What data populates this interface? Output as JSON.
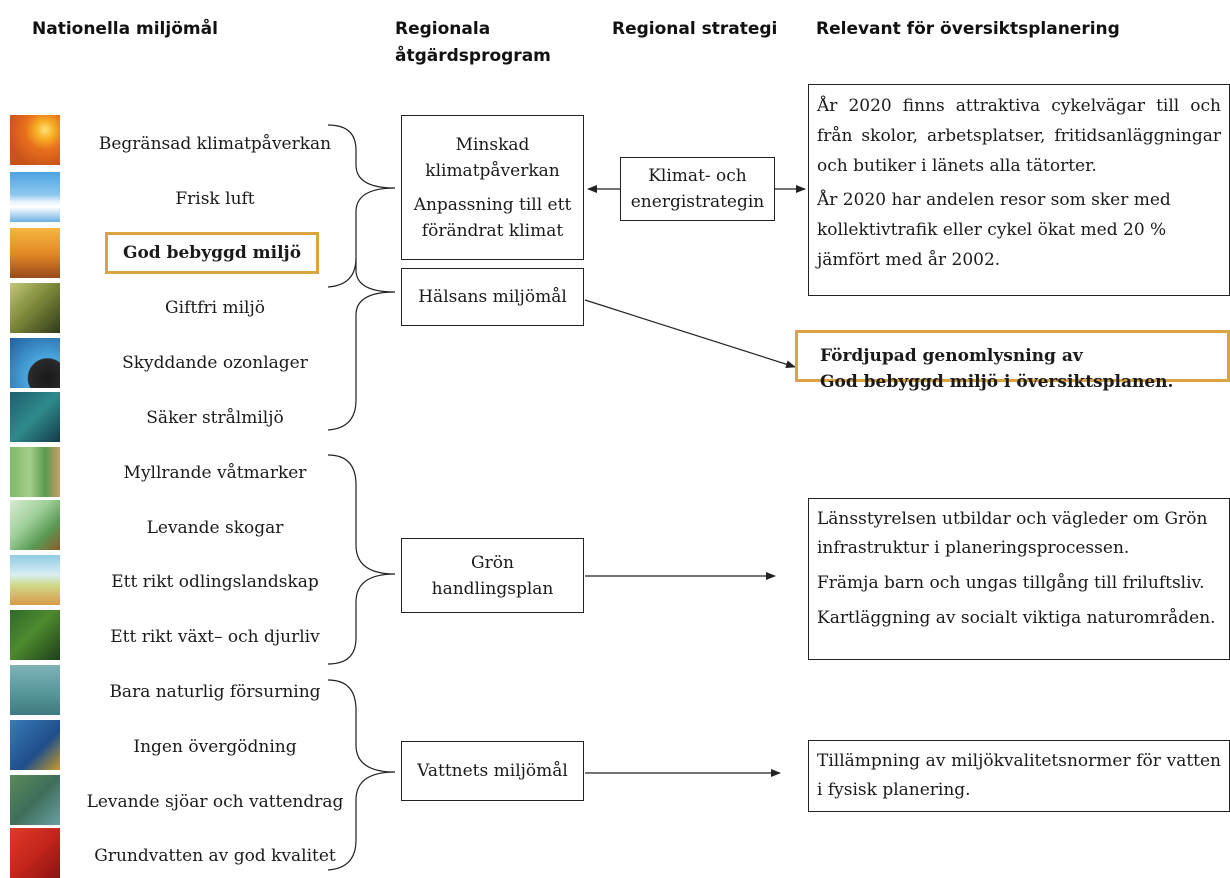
{
  "headers": {
    "national": "Nationella miljömål",
    "regional_programs": "Regionala åtgärdsprogram",
    "regional_strategy": "Regional strategi",
    "relevant": "Relevant för översiktsplanering"
  },
  "goals": [
    {
      "label": "Begränsad klimatpåverkan",
      "icon": "sun-icon"
    },
    {
      "label": "Frisk luft",
      "icon": "clouds-icon"
    },
    {
      "label": "God bebyggd miljö",
      "icon": "city-icon",
      "highlighted": true
    },
    {
      "label": "Giftfri miljö",
      "icon": "person-toxic-icon"
    },
    {
      "label": "Skyddande ozonlager",
      "icon": "earth-ozone-icon"
    },
    {
      "label": "Säker strålmiljö",
      "icon": "radiation-wave-icon"
    },
    {
      "label": "Myllrande våtmarker",
      "icon": "wetland-icon"
    },
    {
      "label": "Levande skogar",
      "icon": "forest-icon"
    },
    {
      "label": "Ett rikt odlingslandskap",
      "icon": "farmland-icon"
    },
    {
      "label": "Ett rikt växt– och djurliv",
      "icon": "wildlife-icon"
    },
    {
      "label": "Bara naturlig försurning",
      "icon": "rain-drops-icon"
    },
    {
      "label": "Ingen övergödning",
      "icon": "fish-icon"
    },
    {
      "label": "Levande sjöar och vattendrag",
      "icon": "stream-icon"
    },
    {
      "label": "Grundvatten av god kvalitet",
      "icon": "groundwater-icon"
    }
  ],
  "programs": {
    "klimat": {
      "line1": "Minskad",
      "line2": "klimatpåverkan",
      "line3": "Anpassning till ett",
      "line4": "förändrat klimat"
    },
    "halsa": "Hälsans miljömål",
    "gron": {
      "line1": "Grön",
      "line2": "handlingsplan"
    },
    "vatten": "Vattnets miljömål"
  },
  "strategy": {
    "line1": "Klimat- och",
    "line2": "energistrategin"
  },
  "relevant": {
    "climate": [
      "År 2020 finns attraktiva cykelvägar till och från skolor, arbetsplatser, fritidsanläggningar och butiker i länets alla tätorter.",
      "År 2020 har andelen resor som sker med kollektivtrafik eller cykel ökat med 20 % jämfört med år 2002."
    ],
    "deepened": {
      "line1": "Fördjupad genomlysning av",
      "line2": "God bebyggd miljö i översiktsplanen."
    },
    "green": [
      "Länsstyrelsen utbildar och vägleder om Grön infrastruktur i planeringsprocessen.",
      "Främja barn och ungas tillgång till friluftsliv.",
      "Kartläggning av socialt viktiga naturområden."
    ],
    "water": "Tillämpning av miljökvalitetsnormer för vatten i fysisk planering."
  },
  "colors": {
    "highlight": "#d9a441",
    "line": "#222222"
  }
}
